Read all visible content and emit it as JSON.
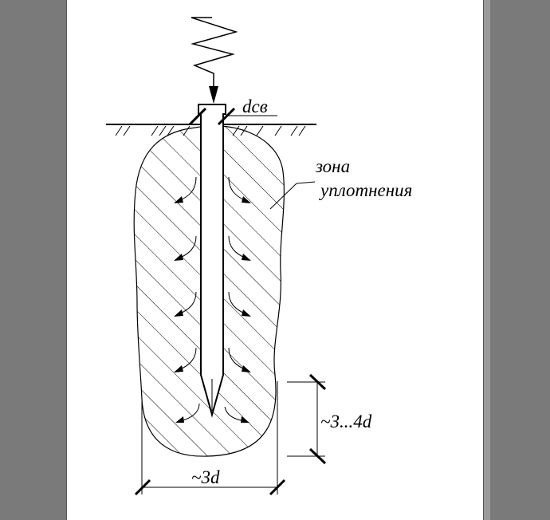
{
  "diagram": {
    "labels": {
      "pile_diameter": "dсв",
      "zone_word1": "зона",
      "zone_word2": "уплотнения",
      "zone_height": "~3...4d",
      "zone_width": "~3d"
    },
    "colors": {
      "background": "#7a7a7a",
      "page": "#ffffff",
      "ink": "#000000"
    },
    "icons": {
      "load": "spring-load-icon",
      "displacement": "curved-arrow-icon"
    }
  }
}
